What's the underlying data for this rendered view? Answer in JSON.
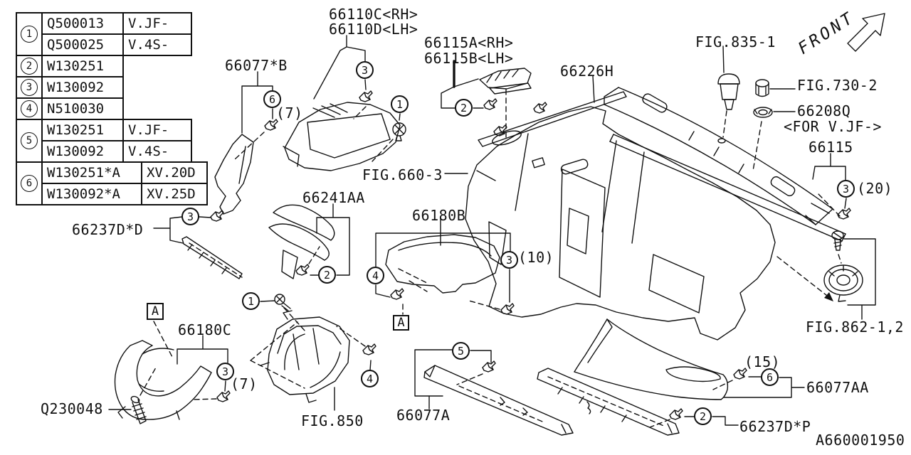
{
  "table": {
    "groups": [
      {
        "ref": "1",
        "rows": [
          {
            "part": "Q500013",
            "appl": "V.JF-"
          },
          {
            "part": "Q500025",
            "appl": "V.4S-"
          }
        ]
      },
      {
        "ref": "2",
        "rows": [
          {
            "part": "W130251"
          }
        ]
      },
      {
        "ref": "3",
        "rows": [
          {
            "part": "W130092"
          }
        ]
      },
      {
        "ref": "4",
        "rows": [
          {
            "part": "N510030"
          }
        ]
      },
      {
        "ref": "5",
        "rows": [
          {
            "part": "W130251",
            "appl": "V.JF-"
          },
          {
            "part": "W130092",
            "appl": "V.4S-"
          }
        ]
      },
      {
        "ref": "6",
        "rows": [
          {
            "part": "W130251*A",
            "appl": "XV.20D"
          },
          {
            "part": "W130092*A",
            "appl": "XV.25D"
          }
        ]
      }
    ]
  },
  "labels": {
    "l66110c": "66110C<RH>",
    "l66110d": "66110D<LH>",
    "l66115a": "66115A<RH>",
    "l66115b": "66115B<LH>",
    "l66077b": "66077*B",
    "l66226h": "66226H",
    "lfig835": "FIG.835-1",
    "lfig730": "FIG.730-2",
    "l66208q": "66208Q",
    "lforvjf": "<FOR V.JF->",
    "l66115": "66115",
    "lfig660": "FIG.660-3",
    "l66241aa": "66241AA",
    "l66237dd": "66237D*D",
    "l66180b": "66180B",
    "lfig862": "FIG.862-1,2",
    "l66180c": "66180C",
    "lq230048": "Q230048",
    "lfig850": "FIG.850",
    "l66077a": "66077A",
    "l66077aa": "66077AA",
    "l66237dp": "66237D*P",
    "diagram_id": "A660001950",
    "front": "FRONT"
  },
  "counts": {
    "seven": "(7)",
    "ten": "(10)",
    "fifteen": "(15)",
    "twenty": "(20)"
  },
  "callouts": {
    "one": "1",
    "two": "2",
    "three": "3",
    "four": "4",
    "five": "5",
    "six": "6"
  },
  "markers": {
    "a": "A"
  },
  "colors": {
    "line": "#111111",
    "background": "#ffffff"
  }
}
